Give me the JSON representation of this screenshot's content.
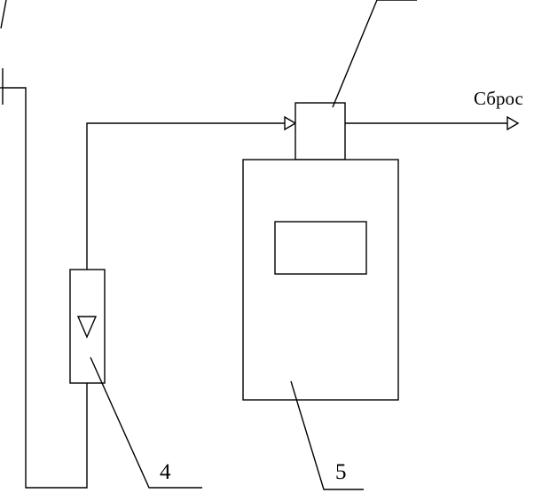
{
  "diagram": {
    "outlet_label": "Сброс",
    "callout_flowmeter": "4",
    "callout_analyzer": "5"
  },
  "colors": {
    "line": "#000000",
    "background": "#ffffff"
  }
}
